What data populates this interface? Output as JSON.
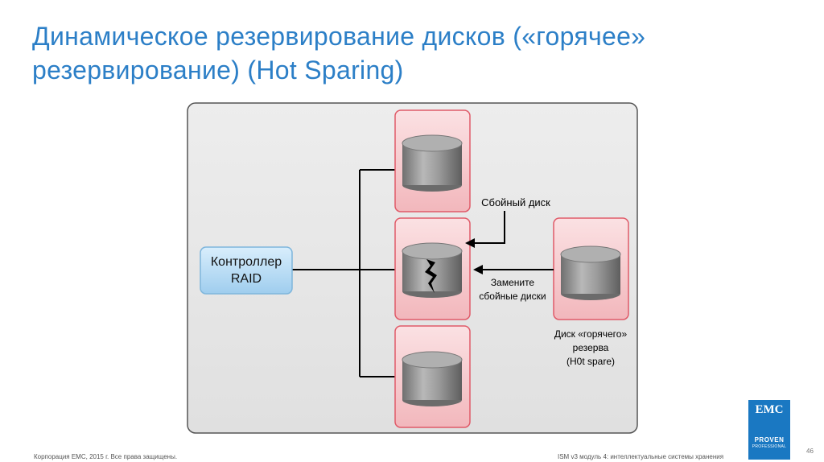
{
  "slide": {
    "title_line1": "Динамическое резервирование дисков («горячее»",
    "title_line2": "резервирование) (Hot Sparing)"
  },
  "diagram": {
    "controller_line1": "Контроллер",
    "controller_line2": "RAID",
    "failed_disk_label": "Сбойный диск",
    "replace_line1": "Замените",
    "replace_line2": "сбойные диски",
    "spare_line1": "Диск «горячего»",
    "spare_line2": "резерва",
    "spare_line3": "(H0t spare)"
  },
  "footer": {
    "copyright": "Корпорация EMC, 2015 г. Все права защищены.",
    "course": "ISM v3 модуль 4: интеллектуальные системы хранения",
    "page_number": "46"
  },
  "logo": {
    "brand": "EMC",
    "badge_line1": "PROVEN",
    "badge_line2": "PROFESSIONAL"
  },
  "colors": {
    "title": "#2c7fc7",
    "disk_tile_fill": "#f7c9cd",
    "disk_tile_border": "#e05b69",
    "controller_fill": "#b8dcf5",
    "panel_fill": "#e8e8e8",
    "logo_bg": "#1a78c2"
  },
  "icons": [
    "disk-cylinder-icon",
    "cracked-disk-icon",
    "arrow-icon"
  ]
}
